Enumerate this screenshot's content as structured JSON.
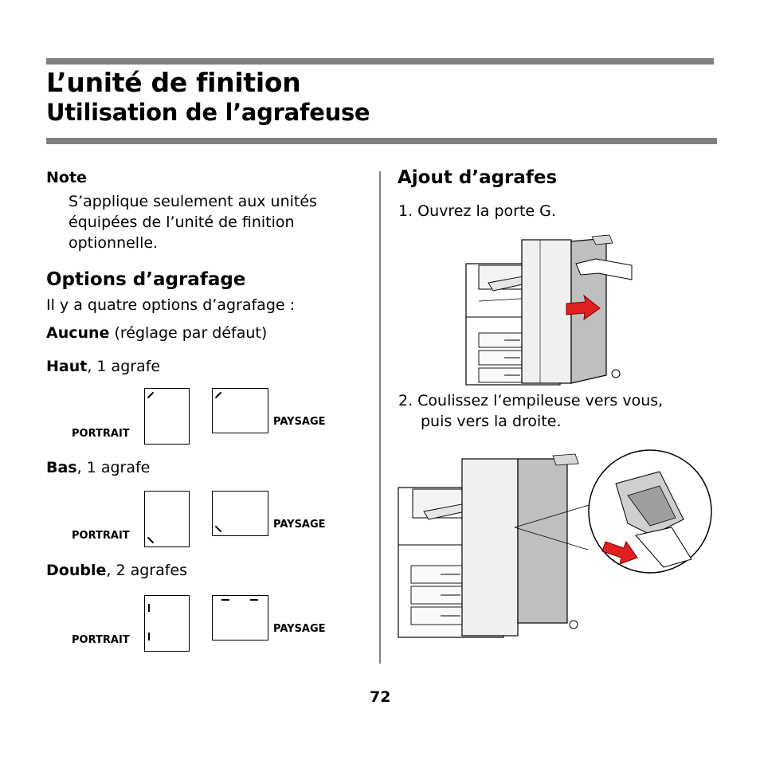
{
  "header": {
    "title": "L’unité de finition",
    "subtitle": "Utilisation de l’agrafeuse"
  },
  "note": {
    "label": "Note",
    "text_line1": "S’applique seulement aux unités",
    "text_line2": "équipées de l’unité de finition",
    "text_line3": "optionnelle."
  },
  "options": {
    "heading": "Options d’agrafage",
    "intro": "Il y a quatre options d’agrafage :",
    "aucune_bold": "Aucune",
    "aucune_rest": " (réglage par défaut)",
    "haut_bold": "Haut",
    "haut_rest": ", 1 agrafe",
    "bas_bold": "Bas",
    "bas_rest": ", 1 agrafe",
    "double_bold": "Double",
    "double_rest": ", 2 agrafes",
    "portrait_label": "PORTRAIT",
    "paysage_label": "PAYSAGE"
  },
  "ajout": {
    "heading": "Ajout d’agrafes",
    "step1": "1. Ouvrez la porte G.",
    "step2_line1": "2. Coulissez l’empileuse vers vous,",
    "step2_line2": "puis vers la droite."
  },
  "footer": {
    "page_number": "72"
  },
  "colors": {
    "rule": "#808080",
    "arrow": "#e02020"
  }
}
